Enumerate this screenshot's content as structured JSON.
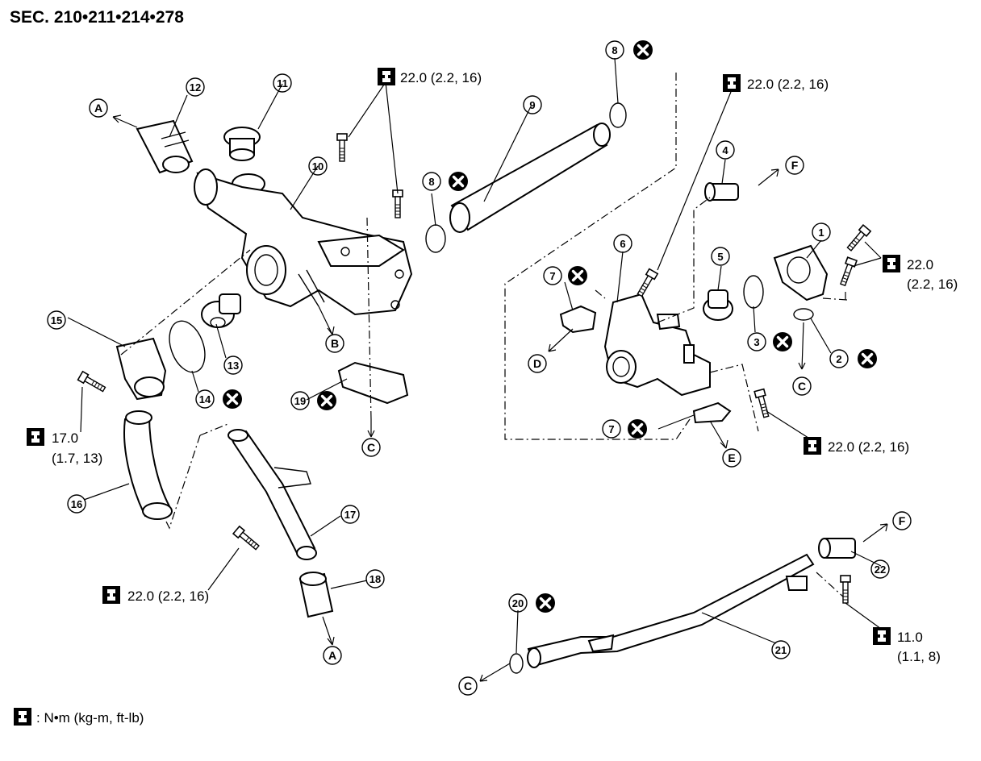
{
  "heading": "SEC. 210•211•214•278",
  "legend": {
    "icon": "torque-wrench-icon",
    "text": ": N•m (kg-m, ft-lb)"
  },
  "callouts": [
    "1",
    "2",
    "3",
    "4",
    "5",
    "6",
    "7",
    "7",
    "8",
    "8",
    "9",
    "10",
    "11",
    "12",
    "13",
    "14",
    "15",
    "16",
    "17",
    "18",
    "19",
    "20",
    "21",
    "22"
  ],
  "connection_letters": [
    "A",
    "A",
    "B",
    "C",
    "C",
    "C",
    "D",
    "E",
    "F",
    "F"
  ],
  "torque_specs": [
    {
      "id": "t1",
      "text": "22.0 (2.2, 16)"
    },
    {
      "id": "t2",
      "text": "22.0 (2.2, 16)"
    },
    {
      "id": "t3_line1",
      "text": "22.0"
    },
    {
      "id": "t3_line2",
      "text": "(2.2, 16)"
    },
    {
      "id": "t4",
      "text": "22.0 (2.2, 16)"
    },
    {
      "id": "t5_line1",
      "text": "17.0"
    },
    {
      "id": "t5_line2",
      "text": "(1.7, 13)"
    },
    {
      "id": "t6",
      "text": "22.0 (2.2, 16)"
    },
    {
      "id": "t7_line1",
      "text": "11.0"
    },
    {
      "id": "t7_line2",
      "text": "(1.1, 8)"
    }
  ],
  "non_reusable_symbol": "x-circle-icon"
}
